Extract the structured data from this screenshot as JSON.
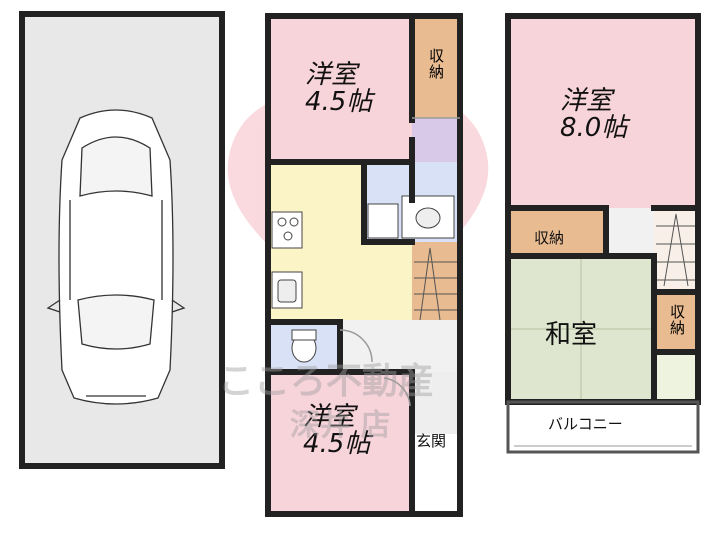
{
  "colors": {
    "western_room": "#f7d3da",
    "japanese_room": "#dfe6cf",
    "kitchen": "#fbf4c6",
    "bath": "#d9e1f6",
    "storage": "#e8bb90",
    "parking": "#e8e8e8",
    "wall": "#222222",
    "watermark": "#e85868"
  },
  "floor1": {
    "room_top": {
      "name": "洋室",
      "size": "4.5帖"
    },
    "storage_top": {
      "label": "収納"
    },
    "room_bottom": {
      "name": "洋室",
      "size": "4.5帖"
    },
    "entrance": {
      "label": "玄関"
    }
  },
  "floor2": {
    "room_large": {
      "name": "洋室",
      "size": "8.0帖"
    },
    "storage_mid": {
      "label": "収納"
    },
    "japanese_room": {
      "name": "和室"
    },
    "storage_side": {
      "label": "収納"
    },
    "balcony": {
      "label": "バルコニー"
    }
  },
  "watermark": {
    "company": "こころ不動産",
    "branch": "深井 店"
  }
}
